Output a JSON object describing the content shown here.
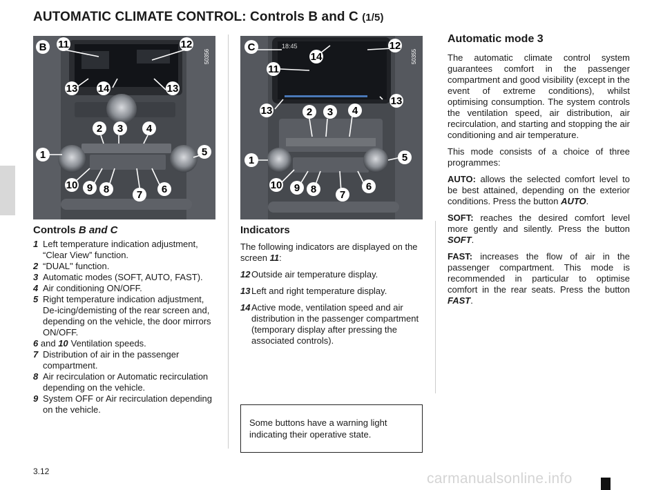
{
  "page": {
    "title": "AUTOMATIC CLIMATE CONTROL: Controls B and C",
    "title_part": "(1/5)",
    "number": "3.12",
    "watermark": "carmanualsonline.info"
  },
  "figure_b": {
    "image_code": "50356",
    "letter": "B",
    "callouts": [
      "1",
      "2",
      "3",
      "4",
      "5",
      "6",
      "7",
      "8",
      "9",
      "10",
      "11",
      "12",
      "13",
      "13",
      "14"
    ]
  },
  "figure_c": {
    "image_code": "50355",
    "letter": "C",
    "screen_time": "18:45",
    "callouts": [
      "1",
      "2",
      "3",
      "4",
      "5",
      "6",
      "7",
      "8",
      "9",
      "10",
      "11",
      "12",
      "13",
      "13",
      "14"
    ]
  },
  "controls": {
    "heading_prefix": "Controls",
    "heading_emph": "B and C",
    "items": [
      {
        "num": "1",
        "text": "Left temperature indication adjustment, “Clear View” function."
      },
      {
        "num": "2",
        "text": "“DUAL\" function."
      },
      {
        "num": "3",
        "text": "Automatic modes (SOFT, AUTO, FAST)."
      },
      {
        "num": "4",
        "text": "Air conditioning ON/OFF."
      },
      {
        "num": "5",
        "text": "Right temperature indication adjustment, De-icing/demisting of the rear screen and, depending on the vehicle, the door mirrors ON/OFF."
      },
      {
        "num_a": "6",
        "joiner": "and",
        "num_b": "10",
        "text": "Ventilation speeds."
      },
      {
        "num": "7",
        "text": "Distribution of air in the passenger compartment."
      },
      {
        "num": "8",
        "text": "Air recirculation or Automatic recirculation depending on the vehicle."
      },
      {
        "num": "9",
        "text": "System OFF or Air recirculation depending on the vehicle."
      }
    ]
  },
  "indicators": {
    "heading": "Indicators",
    "intro": "The following indicators are displayed on the screen",
    "intro_ref": "11",
    "items": [
      {
        "num": "12",
        "text": "Outside air temperature display."
      },
      {
        "num": "13",
        "text": "Left and right temperature display."
      },
      {
        "num": "14",
        "text": "Active mode, ventilation speed and air distribution in the passenger compartment (temporary display after pressing the associated controls)."
      }
    ]
  },
  "note": "Some buttons have a warning light indicating their operative state.",
  "auto_mode": {
    "heading": "Automatic mode 3",
    "p1": "The automatic climate control system guarantees comfort in the passenger compartment and good visibility (except in the event of extreme conditions), whilst optimising consumption. The system controls the ventilation speed, air distribution, air recirculation, and starting and stopping the air conditioning and air temperature.",
    "p2": "This mode consists of a choice of three programmes:",
    "programs": [
      {
        "name": "AUTO:",
        "text": "allows the selected comfort level to be best attained, depending on the exterior conditions. Press the button",
        "button": "AUTO"
      },
      {
        "name": "SOFT:",
        "text": "reaches the desired comfort level more gently and silently. Press the button",
        "button": "SOFT"
      },
      {
        "name": "FAST:",
        "text": "increases the flow of air in the passenger compartment. This mode is recommended in particular to optimise comfort in the rear seats. Press the button",
        "button": "FAST"
      }
    ]
  }
}
